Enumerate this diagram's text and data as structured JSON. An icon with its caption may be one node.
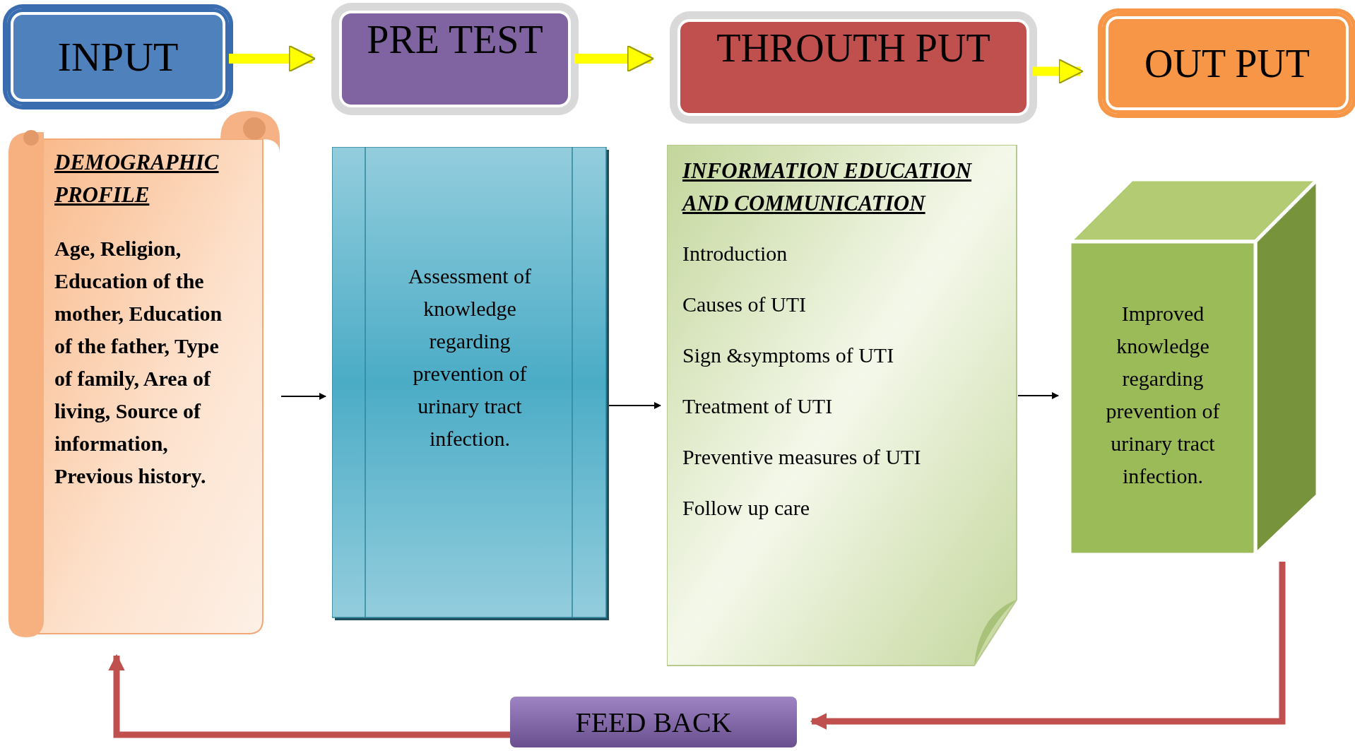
{
  "diagram": {
    "nodes": [
      {
        "text": [
          "INPUT"
        ]
      },
      {
        "text": [
          "PRE TEST"
        ]
      },
      {
        "text": [
          "THROUTH PUT"
        ]
      },
      {
        "text": [
          "OUT PUT"
        ]
      },
      {
        "text": [
          "DEMOGRAPHIC PROFILE",
          "Age, Religion, Education of the mother, Education of the father, Type of family, Area of living, Source of information, Previous history."
        ]
      },
      {
        "text": [
          "Assessment of knowledge regarding prevention of urinary tract infection."
        ]
      },
      {
        "text": [
          "INFORMATION EDUCATION AND COMMUNICATION",
          "Introduction",
          "Causes of UTI",
          "Sign &symptoms of UTI",
          "Treatment of UTI",
          "Preventive measures of UTI",
          "Follow up care"
        ]
      },
      {
        "text": [
          "Improved knowledge regarding prevention of urinary tract infection."
        ]
      },
      {
        "text": [
          "FEED BACK"
        ]
      }
    ],
    "edges": [
      {
        "from": 0,
        "to": 1,
        "arrow": "to",
        "color": "#ffff00"
      },
      {
        "from": 1,
        "to": 2,
        "arrow": "to",
        "color": "#ffff00"
      },
      {
        "from": 2,
        "to": 3,
        "arrow": "to",
        "color": "#ffff00"
      },
      {
        "from": 4,
        "to": 5,
        "arrow": "to",
        "color": "#000000"
      },
      {
        "from": 5,
        "to": 6,
        "arrow": "to",
        "color": "#000000"
      },
      {
        "from": 6,
        "to": 7,
        "arrow": "to",
        "color": "#000000"
      },
      {
        "from": 7,
        "to": 8,
        "arrow": "to",
        "color": "#c0504d"
      },
      {
        "from": 8,
        "to": 4,
        "arrow": "to",
        "color": "#c0504d"
      }
    ]
  }
}
